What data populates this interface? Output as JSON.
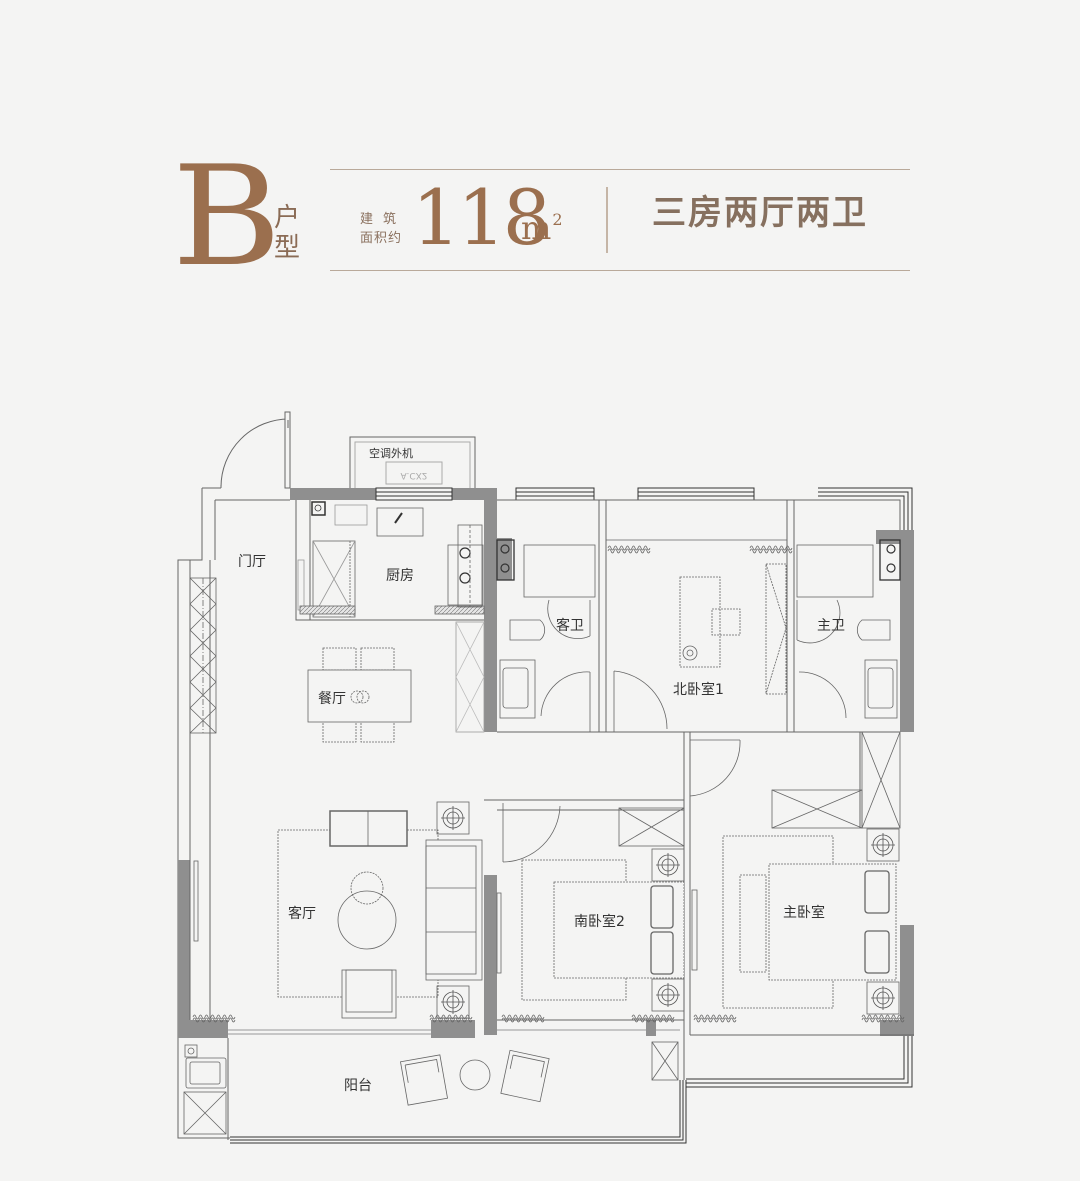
{
  "header": {
    "unit_letter": "B",
    "unit_type_chars": [
      "户",
      "型"
    ],
    "area_label_line1": "建筑",
    "area_label_line2": "面积约",
    "area_value": "118",
    "area_unit": "m",
    "area_unit_sup": "2",
    "layout": "三房两厅两卫",
    "accent_color": "#9b6f4e",
    "rule_color": "#b9a99a"
  },
  "floor_plan": {
    "wall_color": "#8f8f8f",
    "line_color": "#555555",
    "rooms": {
      "ac_unit": "空调外机",
      "ac_unit_mark": "A.CX2",
      "foyer": "门厅",
      "kitchen": "厨房",
      "dining": "餐厅",
      "living": "客厅",
      "guest_bath": "客卫",
      "north_bedroom": "北卧室1",
      "master_bath": "主卫",
      "south_bedroom": "南卧室2",
      "master_bedroom": "主卧室",
      "balcony": "阳台"
    }
  }
}
